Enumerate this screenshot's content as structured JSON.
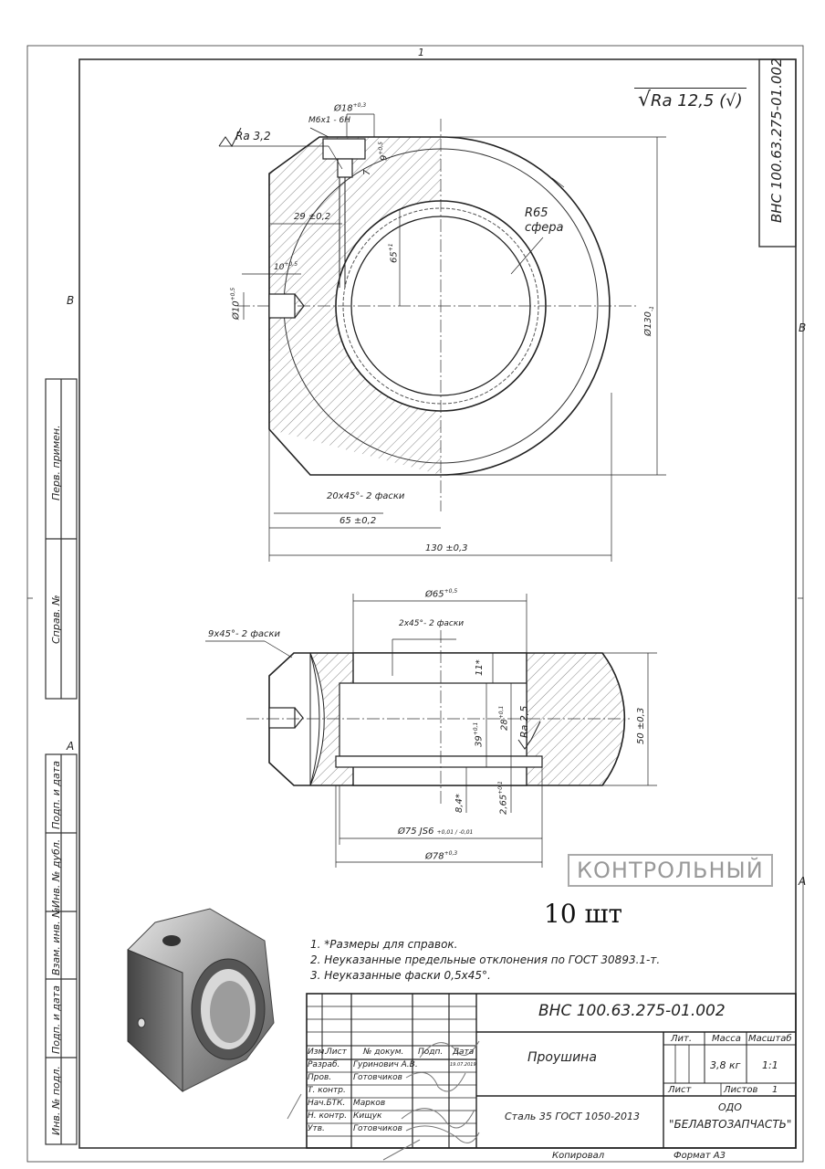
{
  "sheet": {
    "top_zone": "1",
    "zone_left_b": "B",
    "zone_right_b": "B",
    "zone_left_a": "A",
    "zone_right_a": "A",
    "code_rotated": "ВНС 100.63.275-01.002",
    "roughness_general": "Ra 12,5 (√)",
    "roughness_local": "Ra 3,2",
    "roughness_bore": "Ra 2,5"
  },
  "left_strip": {
    "perv_primen": "Перв. примен.",
    "sprav_no": "Справ. №",
    "podp_data_1": "Подп. и дата",
    "inv_dubl": "Инв. № дубл.",
    "vzam_inv": "Взам. инв. №",
    "podp_data_2": "Подп. и дата",
    "inv_podl": "Инв. № подл."
  },
  "dims": {
    "thread": "M6x1 - 6H",
    "d18": "Ø18",
    "d18_tol": "+0,3",
    "d9": "9",
    "d9_tol": "+0,5",
    "d7": "7",
    "d29": "29 ±0,2",
    "d10h": "10",
    "d10h_tol": "+0,5",
    "d10": "Ø10",
    "d10_tol": "+0,5",
    "d65": "65",
    "d65_tol": "+1",
    "r65": "R65",
    "sphere": "сфера",
    "d130": "Ø130",
    "d130_tol": "-1",
    "chamfer20": "20x45°- 2 фаски",
    "d65_02": "65 ±0,2",
    "d130_03": "130 ±0,3",
    "dia65": "Ø65",
    "dia65_tol": "+0,5",
    "chamfer2": "2x45°- 2 фаски",
    "chamfer9": "9x45°- 2 фаски",
    "d11": "11*",
    "d28": "28",
    "d28_tol": "+0,1",
    "d39": "39",
    "d39_tol": "+0,1",
    "d50": "50 ±0,3",
    "d84": "8,4*",
    "d265": "2,65",
    "d265_tol": "+0,1",
    "dia75": "Ø75 JS6",
    "dia75_tol": "+0,01 / -0,01",
    "dia78": "Ø78",
    "dia78_tol": "+0,3"
  },
  "stamp": "КОНТРОЛЬНЫЙ",
  "quantity": "10 шт",
  "notes": [
    "1. *Размеры для справок.",
    "2. Неуказанные предельные отклонения по ГОСТ 30893.1-т.",
    "3. Неуказанные фаски 0,5x45°."
  ],
  "title_block": {
    "designation": "ВНС 100.63.275-01.002",
    "name": "Проушина",
    "material": "Сталь 35 ГОСТ 1050-2013",
    "lit": "Лит.",
    "massa": "Масса",
    "masshtab": "Масштаб",
    "mass_value": "3,8 кг",
    "scale_value": "1:1",
    "list": "Лист",
    "listov": "Листов",
    "listov_value": "1",
    "org_line1": "ОДО",
    "org_line2": "\"БЕЛАВТОЗАПЧАСТЬ\"",
    "kopiroval": "Копировал",
    "format": "Формат А3",
    "headers": [
      "Изм.",
      "Лист",
      "№ докум.",
      "Подп.",
      "Дата"
    ],
    "date": "19.07.2019",
    "roles": [
      {
        "role": "Разраб.",
        "person": "Гуринович А.В."
      },
      {
        "role": "Пров.",
        "person": "Готовчиков"
      },
      {
        "role": "Т. контр.",
        "person": ""
      },
      {
        "role": "Нач.БТК.",
        "person": "Марков"
      },
      {
        "role": "Н. контр.",
        "person": "Кищук"
      },
      {
        "role": "Утв.",
        "person": "Готовчиков"
      }
    ]
  }
}
